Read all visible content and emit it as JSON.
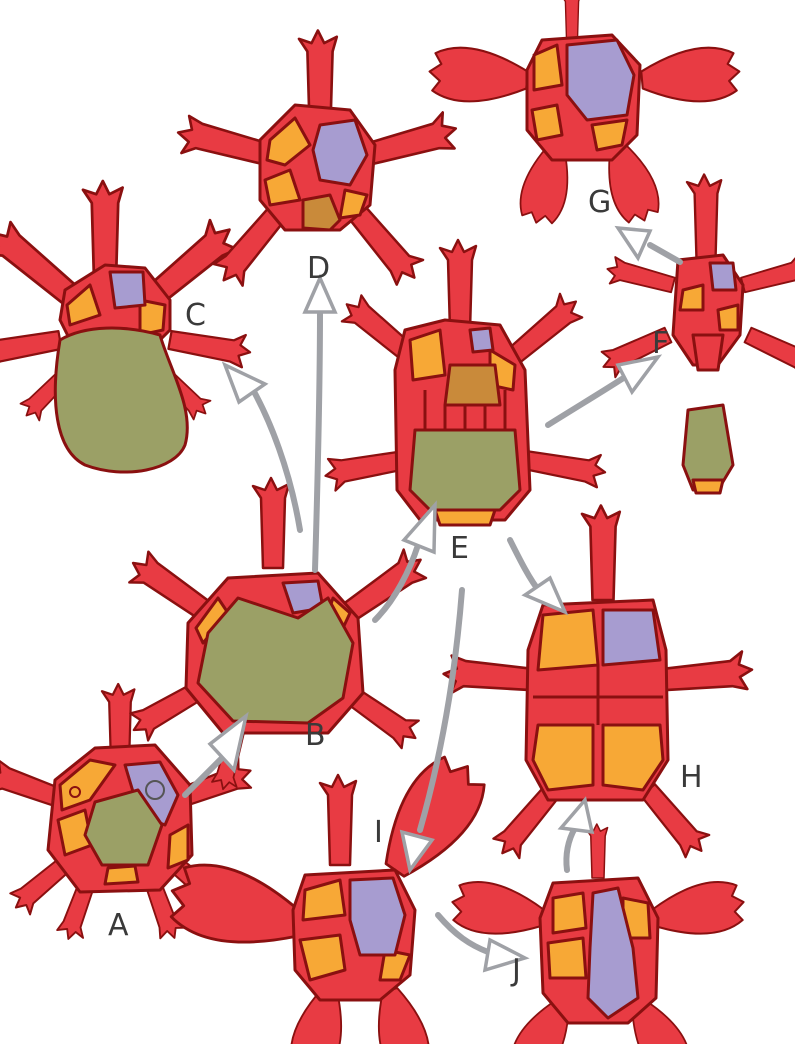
{
  "colors": {
    "red": "#e83b43",
    "outline": "#8a1010",
    "orange": "#f7a836",
    "olive": "#9ba066",
    "purple": "#a79cd0",
    "tan": "#c98a3a",
    "arrow": "#9fa1a6"
  },
  "labels": {
    "A": "A",
    "B": "B",
    "C": "C",
    "D": "D",
    "E": "E",
    "F": "F",
    "G": "G",
    "H": "H",
    "I": "I",
    "J": "J"
  },
  "arrows": [
    {
      "from": "A",
      "to": "B"
    },
    {
      "from": "B",
      "to": "C"
    },
    {
      "from": "B",
      "to": "D"
    },
    {
      "from": "B",
      "to": "E"
    },
    {
      "from": "E",
      "to": "F"
    },
    {
      "from": "F",
      "to": "G"
    },
    {
      "from": "E",
      "to": "H"
    },
    {
      "from": "E",
      "to": "I"
    },
    {
      "from": "I",
      "to": "J"
    },
    {
      "from": "J",
      "to": "H"
    }
  ]
}
